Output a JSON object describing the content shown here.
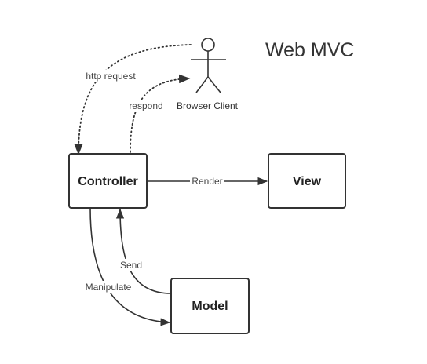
{
  "title": "Web MVC",
  "actor": {
    "label": "Browser Client"
  },
  "nodes": {
    "controller": "Controller",
    "view": "View",
    "model": "Model"
  },
  "edges": {
    "http_request": "http request",
    "respond": "respond",
    "render": "Render",
    "send": "Send",
    "manipulate": "Manipulate"
  },
  "colors": {
    "stroke": "#333333",
    "background": "#ffffff"
  }
}
